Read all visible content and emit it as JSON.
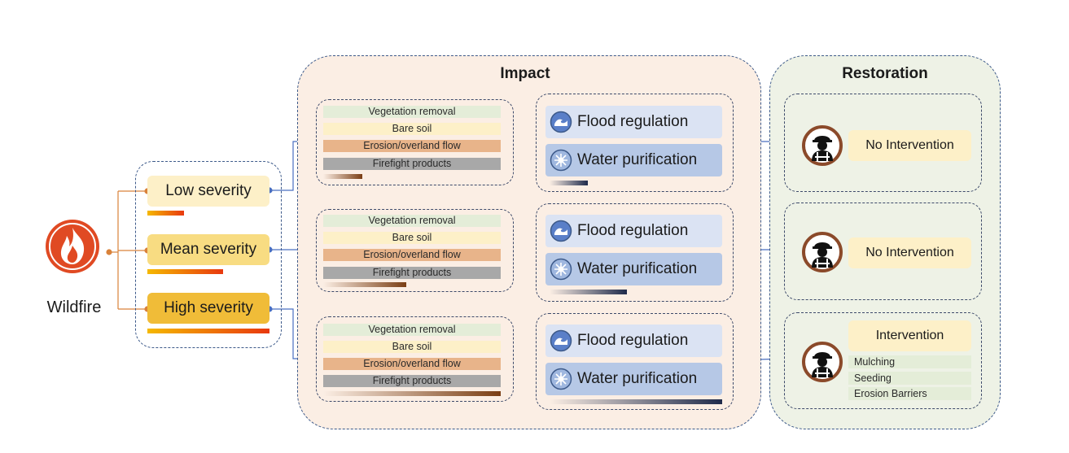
{
  "source": {
    "label": "Wildfire",
    "icon": "flame-icon",
    "color": "#e04a23"
  },
  "severities": [
    {
      "label": "Low severity",
      "fill": "#fdf0c8",
      "bar_fraction": 0.3
    },
    {
      "label": "Mean severity",
      "fill": "#f8dc82",
      "bar_fraction": 0.62
    },
    {
      "label": "High severity",
      "fill": "#f0bc38",
      "bar_fraction": 1.0
    }
  ],
  "impact": {
    "title": "Impact",
    "groups": [
      {
        "factors": [
          "Vegetation removal",
          "Bare soil",
          "Erosion/overland flow",
          "Firefight products"
        ],
        "factor_intensity": 0.22,
        "services": [
          {
            "label": "Flood regulation",
            "icon": "flood-wave-icon"
          },
          {
            "label": "Water purification",
            "icon": "water-purification-icon"
          }
        ],
        "service_impact": 0.22
      },
      {
        "factors": [
          "Vegetation removal",
          "Bare soil",
          "Erosion/overland flow",
          "Firefight products"
        ],
        "factor_intensity": 0.47,
        "services": [
          {
            "label": "Flood regulation",
            "icon": "flood-wave-icon"
          },
          {
            "label": "Water purification",
            "icon": "water-purification-icon"
          }
        ],
        "service_impact": 0.45
      },
      {
        "factors": [
          "Vegetation removal",
          "Bare soil",
          "Erosion/overland flow",
          "Firefight products"
        ],
        "factor_intensity": 1.0,
        "services": [
          {
            "label": "Flood regulation",
            "icon": "flood-wave-icon"
          },
          {
            "label": "Water purification",
            "icon": "water-purification-icon"
          }
        ],
        "service_impact": 1.0
      }
    ]
  },
  "restoration": {
    "title": "Restoration",
    "options": [
      {
        "label": "No Intervention",
        "icon": "construction-worker-icon",
        "measures": []
      },
      {
        "label": "No Intervention",
        "icon": "construction-worker-icon",
        "measures": []
      },
      {
        "label": "Intervention",
        "icon": "construction-worker-icon",
        "measures": [
          "Mulching",
          "Seeding",
          "Erosion Barriers"
        ]
      }
    ]
  },
  "colors": {
    "impact_panel": "#fbeee4",
    "restoration_panel": "#eef2e6",
    "panel_border": "#3d5a8a",
    "connector_blue": "#4a6fc0",
    "connector_orange": "#d9823a",
    "factor_colors": [
      "#e4edd8",
      "#fdf0c8",
      "#e8b48a",
      "#a8a8a8"
    ],
    "service_colors": [
      "#dbe3f3",
      "#b6c8e6"
    ],
    "factor_gradient_end": "#7a3e14",
    "service_gradient_end": "#1e2a4a"
  }
}
